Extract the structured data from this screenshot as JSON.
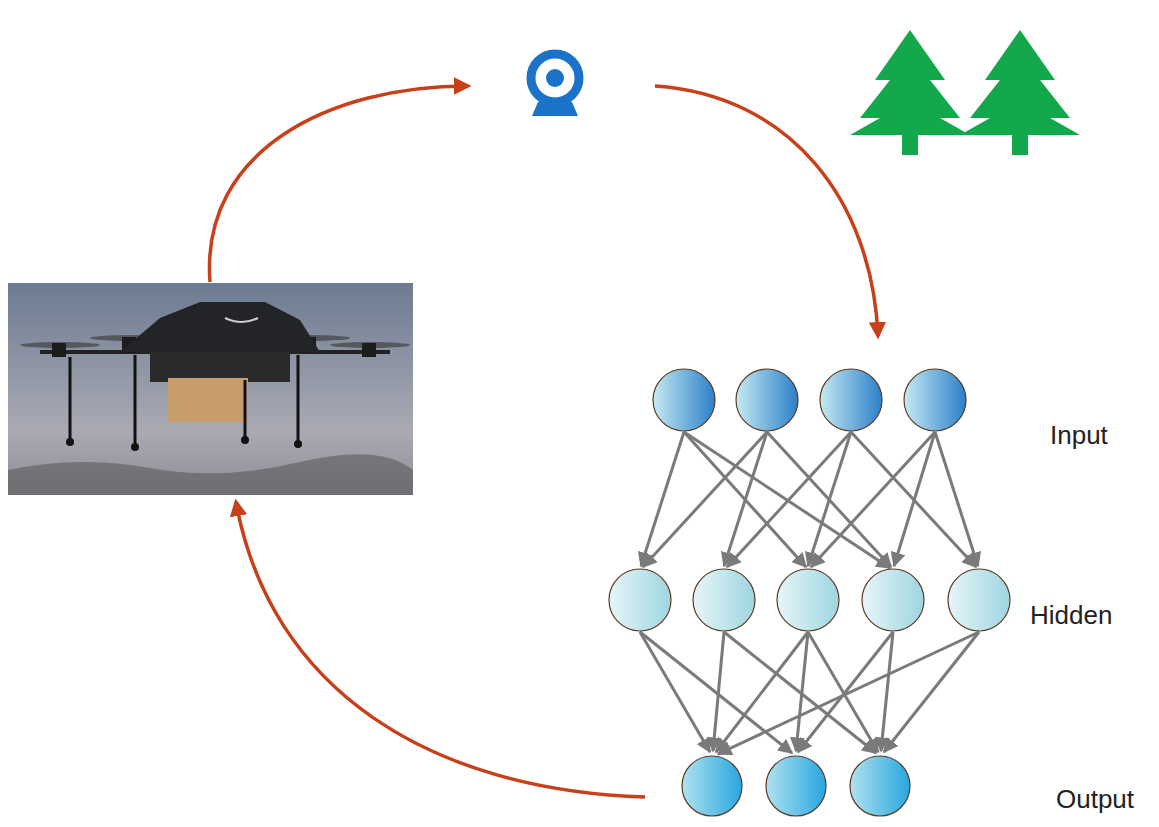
{
  "diagram": {
    "labels": [
      "Input",
      "Hidden",
      "Output"
    ]
  }
}
